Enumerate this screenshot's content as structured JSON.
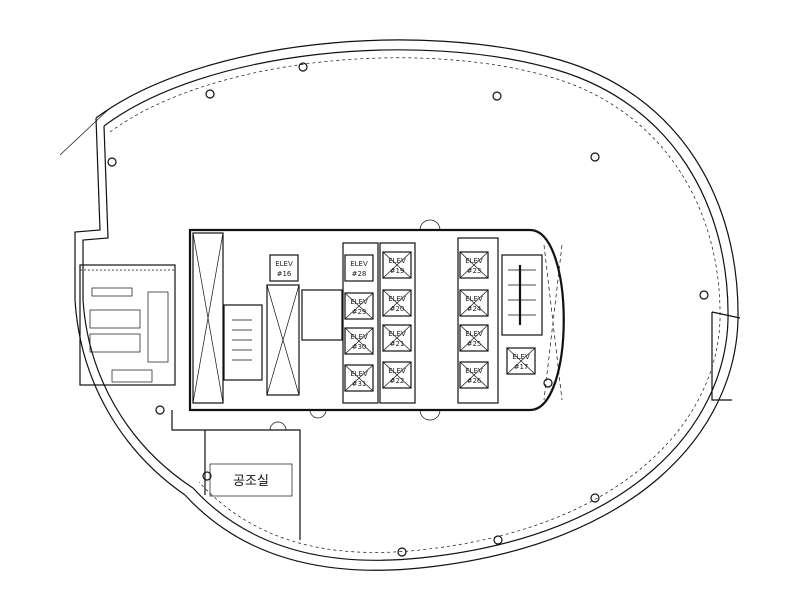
{
  "plan": {
    "room_label": "공조실",
    "elevators": [
      {
        "label": "ELEV",
        "number": "#16"
      },
      {
        "label": "ELEV",
        "number": "#28"
      },
      {
        "label": "ELEV",
        "number": "#29"
      },
      {
        "label": "ELEV",
        "number": "#30"
      },
      {
        "label": "ELEV",
        "number": "#31"
      },
      {
        "label": "ELEV",
        "number": "#19"
      },
      {
        "label": "ELEV",
        "number": "#20"
      },
      {
        "label": "ELEV",
        "number": "#21"
      },
      {
        "label": "ELEV",
        "number": "#22"
      },
      {
        "label": "ELEV",
        "number": "#23"
      },
      {
        "label": "ELEV",
        "number": "#24"
      },
      {
        "label": "ELEV",
        "number": "#25"
      },
      {
        "label": "ELEV",
        "number": "#26"
      },
      {
        "label": "ELEV",
        "number": "#17"
      }
    ]
  }
}
